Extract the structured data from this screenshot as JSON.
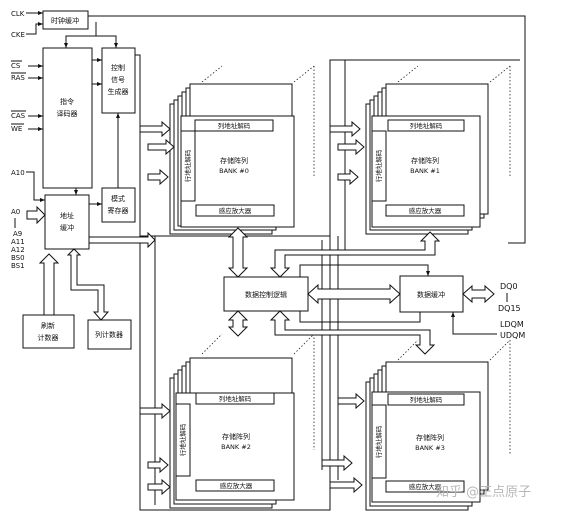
{
  "signals": {
    "clk": "CLK",
    "cke": "CKE",
    "cs": "CS",
    "ras": "RAS",
    "cas": "CAS",
    "we": "WE",
    "a10": "A10",
    "a0": "A0",
    "a9": "A9",
    "a11": "A11",
    "a12": "A12",
    "bs0": "BS0",
    "bs1": "BS1",
    "dq0": "DQ0",
    "dq15": "DQ15",
    "ldqm": "LDQM",
    "udqm": "UDQM"
  },
  "blocks": {
    "clock_buffer": "时钟缓冲",
    "command_decoder": [
      "指令",
      "译码器"
    ],
    "control_signal_gen": [
      "控制",
      "信号",
      "生成器"
    ],
    "mode_register": [
      "模式",
      "寄存器"
    ],
    "address_buffer": [
      "地址",
      "缓冲"
    ],
    "refresh_counter": [
      "刷新",
      "计数器"
    ],
    "column_counter": "列计数器",
    "data_control_logic": "数据控制逻辑",
    "data_buffer": "数据缓冲"
  },
  "bank_labels": {
    "col_decoder": "列地址解码",
    "row_decoder": "行地址解码",
    "array": "存储阵列",
    "sense_amp": "感应放大器"
  },
  "banks": [
    "BANK #0",
    "BANK #1",
    "BANK #2",
    "BANK #3"
  ],
  "watermark": "知乎 @正点原子"
}
